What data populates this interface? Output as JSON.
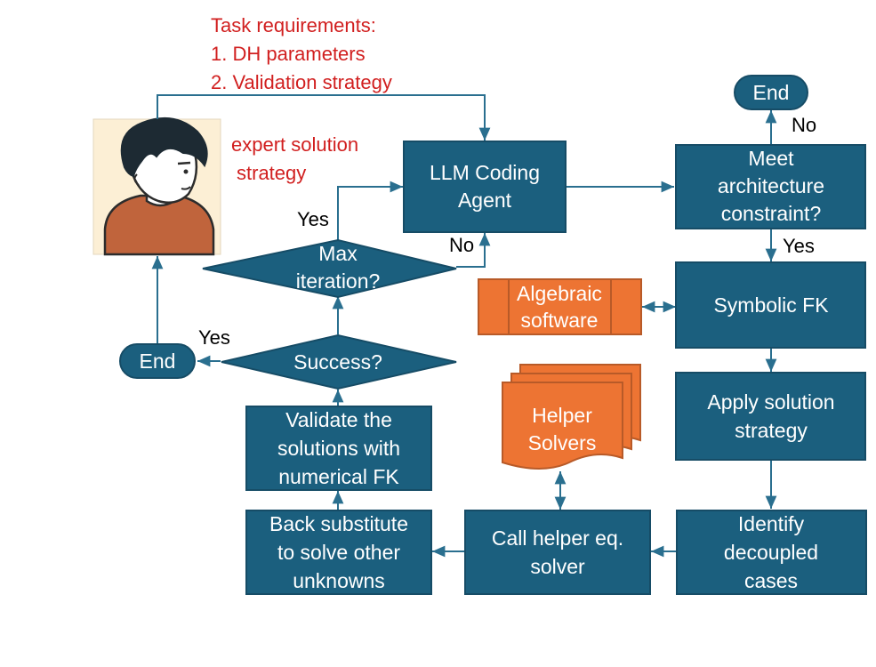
{
  "task_requirements": [
    "Task requirements:",
    "1. DH parameters",
    "2. Validation strategy"
  ],
  "expert_note": [
    "expert solution",
    "strategy"
  ],
  "nodes": {
    "llm_agent": [
      "LLM Coding",
      "Agent"
    ],
    "end_top": "End",
    "meet_constraint": [
      "Meet",
      "architecture",
      "constraint?"
    ],
    "symbolic_fk": "Symbolic FK",
    "algebraic_software": [
      "Algebraic",
      "software"
    ],
    "apply_strategy": [
      "Apply solution",
      "strategy"
    ],
    "helper_solvers": [
      "Helper",
      "Solvers"
    ],
    "identify_cases": [
      "Identify",
      "decoupled",
      "cases"
    ],
    "call_helper": [
      "Call  helper eq.",
      "solver"
    ],
    "back_substitute": [
      "Back substitute",
      "to solve other",
      "unknowns"
    ],
    "validate": [
      "Validate the",
      "solutions with",
      "numerical FK"
    ],
    "success": "Success?",
    "max_iteration": [
      "Max",
      "iteration?"
    ],
    "end_left": "End"
  },
  "edge_labels": {
    "no_top": "No",
    "yes_constraint": "Yes",
    "yes_max": "Yes",
    "no_max": "No",
    "yes_success": "Yes"
  },
  "colors": {
    "box": "#1b5f7e",
    "edge": "#2a6f8f",
    "accent_red": "#d11f1f",
    "orange": "#ed7433"
  }
}
